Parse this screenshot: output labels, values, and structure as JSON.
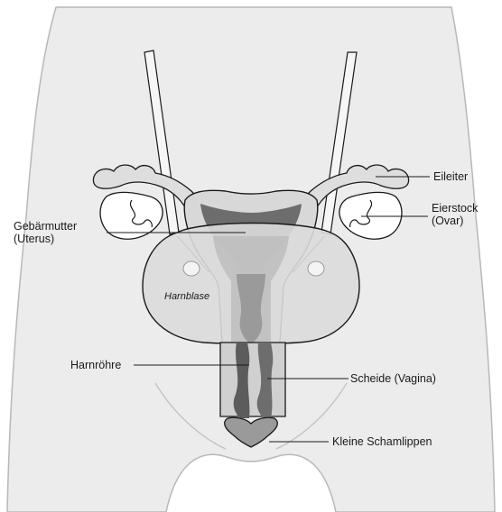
{
  "colors": {
    "background": "#ffffff",
    "body_fill": "#ececec",
    "body_stroke": "#b8b8b8",
    "organ_light": "#d9d9d9",
    "organ_mid": "#a9a9a9",
    "organ_dark": "#6d6d6d",
    "outline": "#1a1a1a"
  },
  "labels": {
    "eileiter": "Eileiter",
    "eierstock_line1": "Eierstock",
    "eierstock_line2": "(Ovar)",
    "gebaermutter_line1": "Gebärmutter",
    "gebaermutter_line2": "(Uterus)",
    "harnblase": "Harnblase",
    "harnroehre": "Harnröhre",
    "scheide": "Scheide (Vagina)",
    "schamlippen": "Kleine Schamlippen"
  }
}
